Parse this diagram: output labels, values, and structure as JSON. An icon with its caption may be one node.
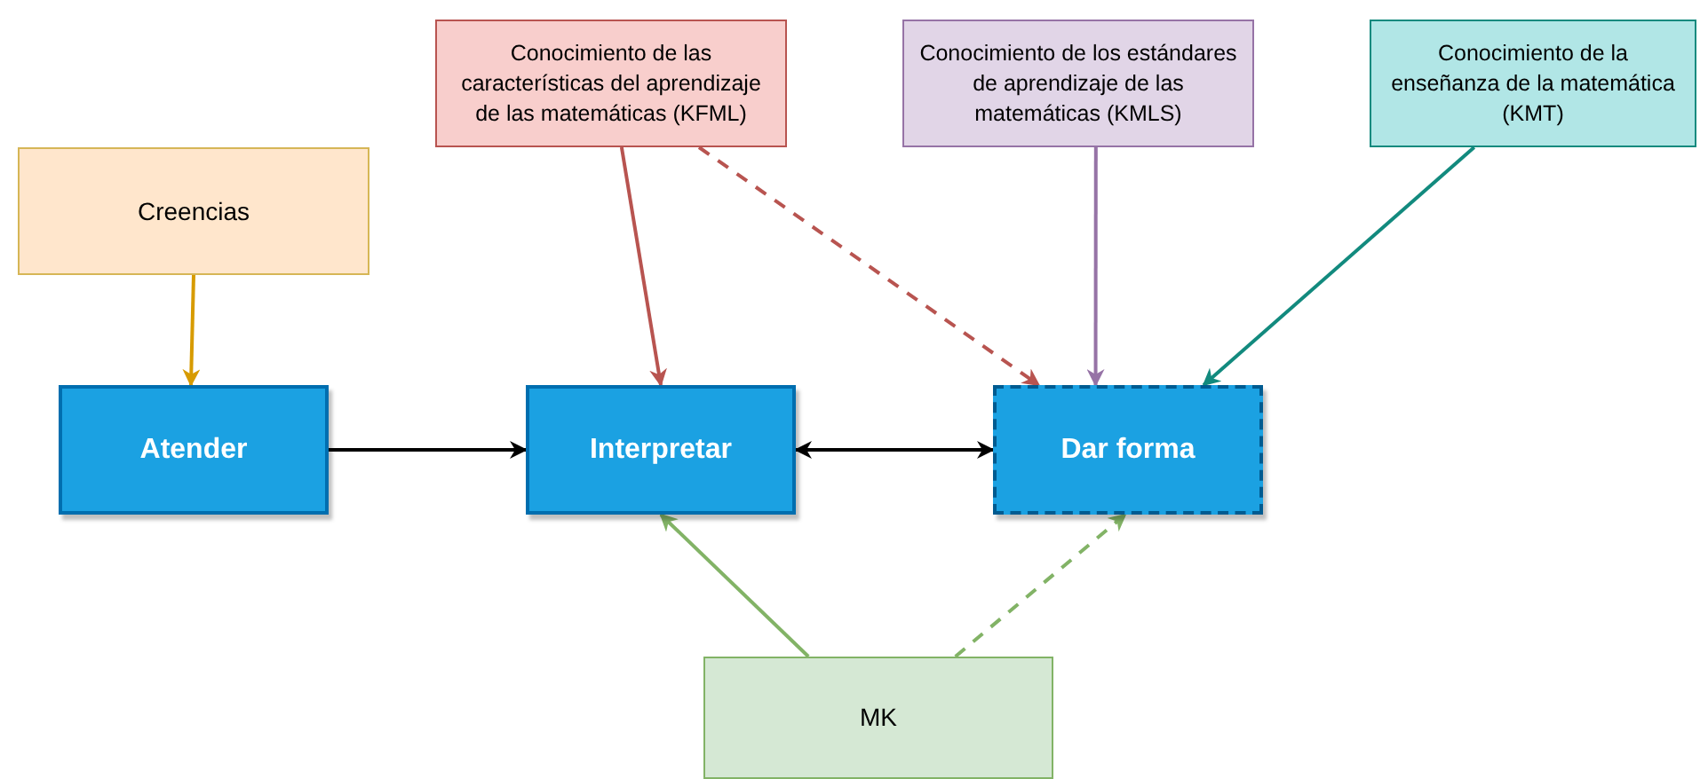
{
  "diagram": {
    "nodes": [
      {
        "text": [
          "Creencias"
        ]
      },
      {
        "text": [
          "Conocimiento de las características del aprendizaje de las matemáticas (KFML)"
        ]
      },
      {
        "text": [
          "Conocimiento de los estándares de aprendizaje de las matemáticas (KMLS)"
        ]
      },
      {
        "text": [
          "Conocimiento de la enseñanza de la matemática (KMT)"
        ]
      },
      {
        "text": [
          "Atender"
        ]
      },
      {
        "text": [
          "Interpretar"
        ]
      },
      {
        "text": [
          "Dar forma"
        ]
      },
      {
        "text": [
          "MK"
        ]
      }
    ],
    "edges": [
      {
        "from": 0,
        "to": 4,
        "arrow": "to",
        "color": "#d79b00"
      },
      {
        "from": 1,
        "to": 5,
        "arrow": "to",
        "color": "#b85450"
      },
      {
        "from": 1,
        "to": 6,
        "arrow": "to",
        "style": "dashed",
        "color": "#b85450"
      },
      {
        "from": 2,
        "to": 6,
        "arrow": "to",
        "color": "#9673a6"
      },
      {
        "from": 3,
        "to": 6,
        "arrow": "to",
        "color": "#128a7e"
      },
      {
        "from": 4,
        "to": 5,
        "arrow": "to",
        "color": "#000000"
      },
      {
        "from": 5,
        "to": 6,
        "arrow": "both",
        "color": "#000000"
      },
      {
        "from": 7,
        "to": 5,
        "arrow": "to",
        "color": "#82b366"
      },
      {
        "from": 7,
        "to": 6,
        "arrow": "to",
        "style": "dashed",
        "color": "#82b366"
      }
    ]
  }
}
